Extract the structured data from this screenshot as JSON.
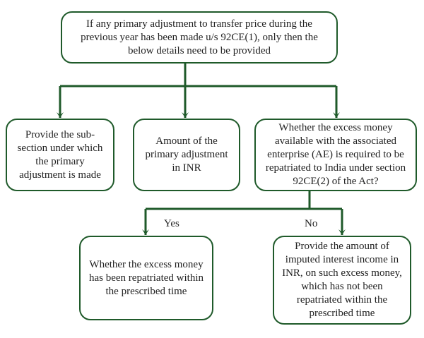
{
  "colors": {
    "border": "#1f5a2a",
    "connector": "#1f5a2a",
    "text": "#222222",
    "background": "#ffffff"
  },
  "nodes": {
    "root": "If any primary adjustment to transfer price during the previous year has been made u/s 92CE(1), only then the below details need to be provided",
    "subsection": "Provide the sub-section under which the primary adjustment is made",
    "amount": "Amount of the primary adjustment in INR",
    "repatriation_question": "Whether the excess money available with the associated enterprise (AE) is required to be repatriated to India under section 92CE(2) of the Act?",
    "yes_outcome": "Whether the excess money has been repatriated within the prescribed time",
    "no_outcome": "Provide the amount of imputed interest income in INR, on such excess money, which has not been repatriated within the prescribed time"
  },
  "edge_labels": {
    "yes": "Yes",
    "no": "No"
  }
}
